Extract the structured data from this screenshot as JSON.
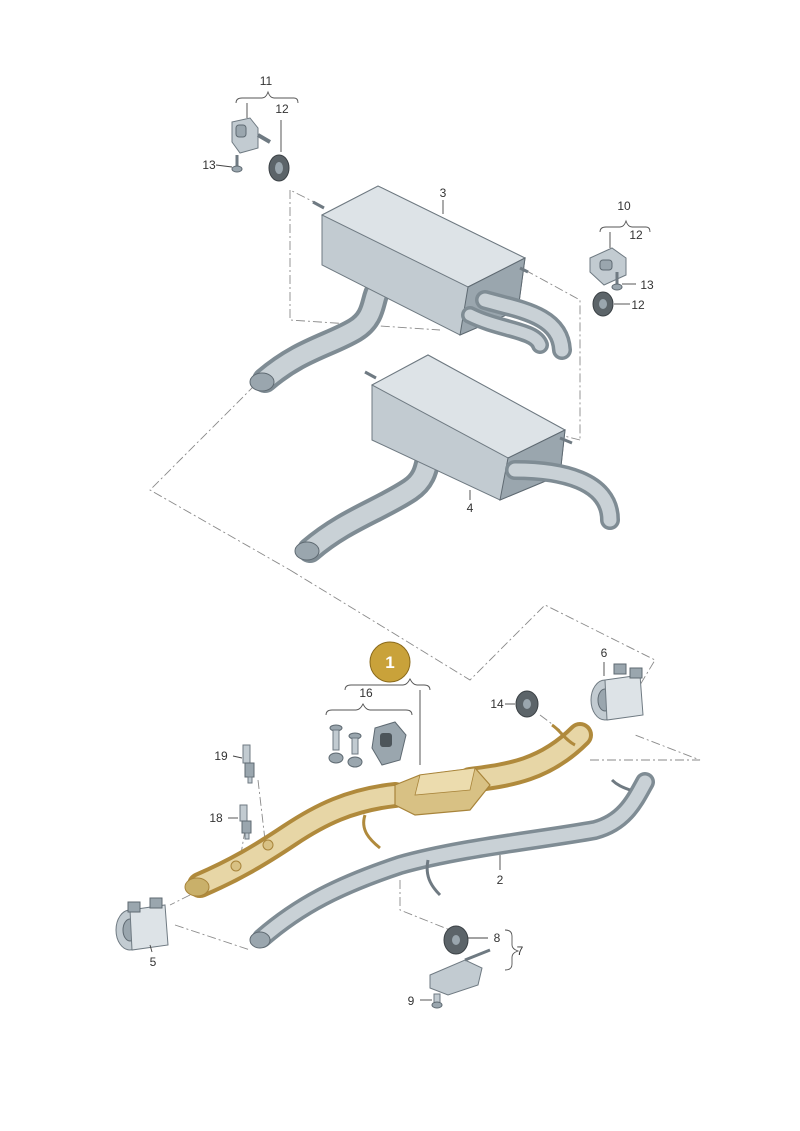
{
  "callouts": {
    "main_part_number": "1",
    "p2": "2",
    "p3": "3",
    "p4": "4",
    "p5": "5",
    "p6": "6",
    "p7": "7",
    "p8": "8",
    "p9": "9",
    "p10": "10",
    "p11": "11",
    "p12a": "12",
    "p12b": "12",
    "p12c": "12",
    "p13a": "13",
    "p13b": "13",
    "p14": "14",
    "p16": "16",
    "p18": "18",
    "p19": "19"
  },
  "colors": {
    "highlight_badge": "#c9a23a",
    "highlight_part": "#d8c184",
    "metal": "#c2cbd1",
    "rubber": "#5c6469"
  }
}
